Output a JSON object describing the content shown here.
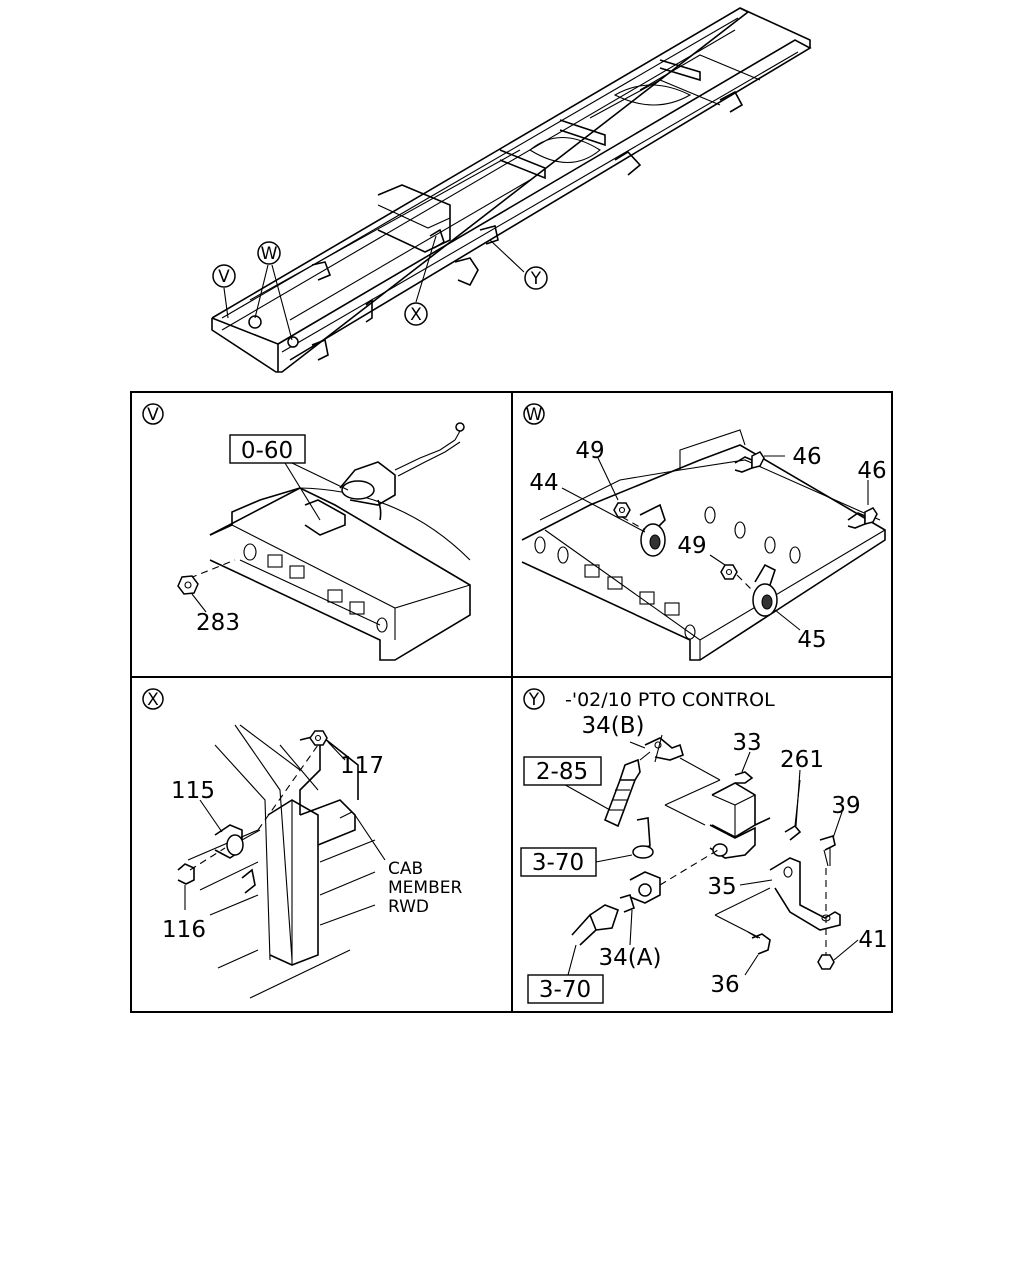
{
  "overview": {
    "callouts": {
      "V": "V",
      "W": "W",
      "X": "X",
      "Y": "Y"
    }
  },
  "panels": {
    "V": {
      "letter": "V",
      "ref_box": "0-60",
      "part_283": "283"
    },
    "W": {
      "letter": "W",
      "part_46a": "46",
      "part_46b": "46",
      "part_49a": "49",
      "part_49b": "49",
      "part_44": "44",
      "part_45": "45"
    },
    "X": {
      "letter": "X",
      "part_117": "117",
      "part_115": "115",
      "part_116": "116",
      "note_line1": "CAB",
      "note_line2": "MEMBER",
      "note_line3": "RWD"
    },
    "Y": {
      "letter": "Y",
      "title": "-'02/10 PTO CONTROL",
      "part_34b": "34(B)",
      "part_33": "33",
      "ref_box_285": "2-85",
      "part_261": "261",
      "part_39": "39",
      "ref_box_370a": "3-70",
      "part_35": "35",
      "part_34a": "34(A)",
      "part_41": "41",
      "part_36": "36",
      "ref_box_370b": "3-70"
    }
  }
}
